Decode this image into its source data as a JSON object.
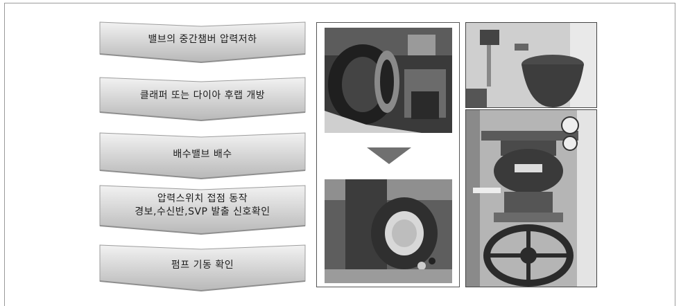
{
  "steps": [
    {
      "lines": [
        "밸브의 중간챔버 압력저하"
      ]
    },
    {
      "lines": [
        "클래퍼 또는 다이아 후랩 개방"
      ]
    },
    {
      "lines": [
        "배수밸브 배수"
      ]
    },
    {
      "lines": [
        "압력스위치 접점 동작",
        "경보,수신반,SVP 발출 신호확인"
      ]
    },
    {
      "lines": [
        "펌프 기동 확인"
      ]
    }
  ],
  "colors": {
    "step_fill_top": "#e9e9e9",
    "step_fill_bottom": "#bdbdbd",
    "border": "#555555",
    "down_arrow": "#6e6e6e"
  },
  "icons": {
    "flow_arrow": "down-arrow-icon"
  }
}
